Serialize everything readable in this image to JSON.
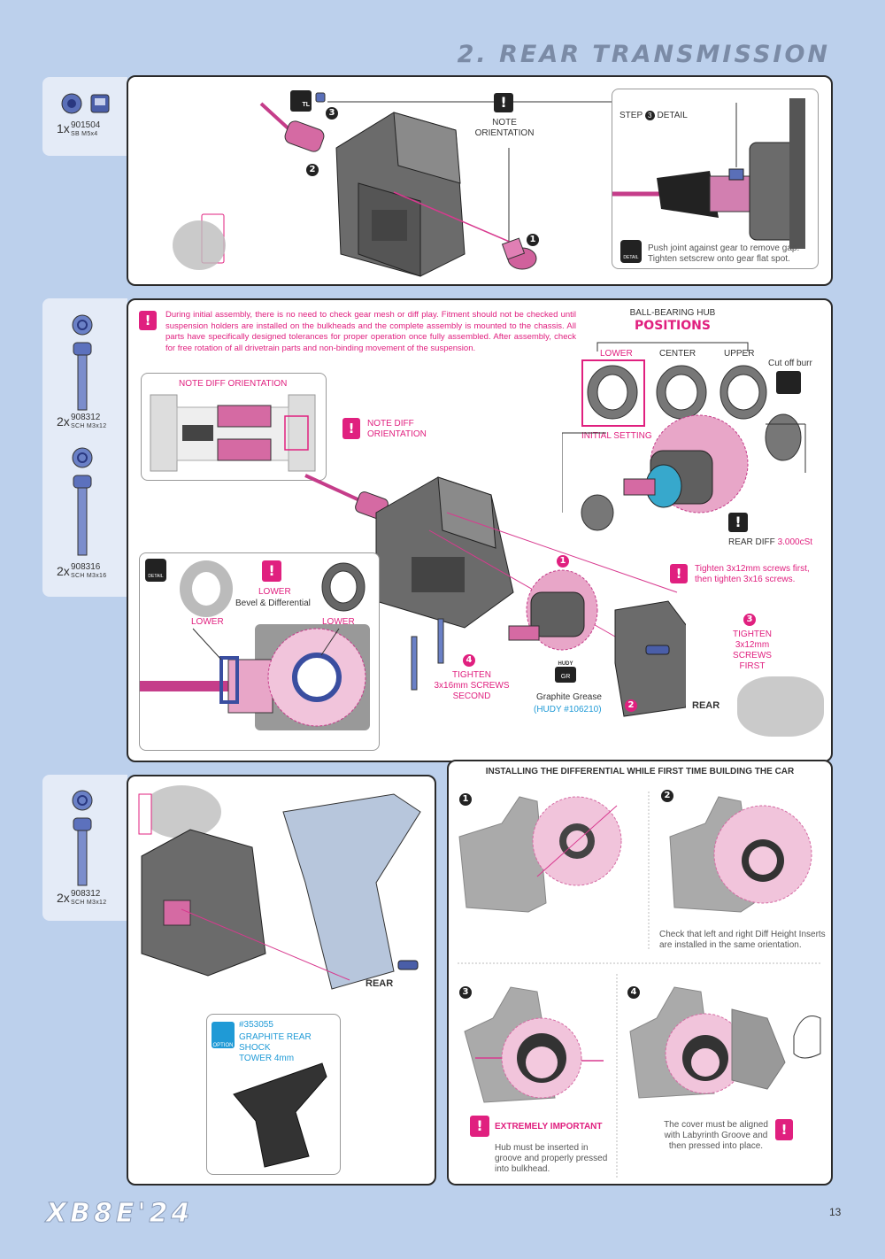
{
  "header": {
    "title": "2. REAR TRANSMISSION"
  },
  "footer": {
    "logo": "XB8E'24",
    "page": "13"
  },
  "parts": {
    "p1": {
      "qty": "1x",
      "code": "901504",
      "desc": "SB M5x4"
    },
    "p2": {
      "qty": "2x",
      "code": "908312",
      "desc": "SCH M3x12"
    },
    "p3": {
      "qty": "2x",
      "code": "908316",
      "desc": "SCH M3x16"
    },
    "p4": {
      "qty": "2x",
      "code": "908312",
      "desc": "SCH M3x12"
    }
  },
  "step1": {
    "tool": "TL",
    "note": "NOTE\nORIENTATION",
    "detail_title": "STEP",
    "detail_title2": "DETAIL",
    "detail_badge": "DETAIL",
    "detail_text": "Push joint against gear to remove gap.\nTighten setscrew onto gear flat spot.",
    "n1": "1",
    "n2": "2",
    "n3": "3"
  },
  "step2": {
    "warning": "During initial assembly, there is no need to check gear mesh or diff play. Fitment should not be checked until suspension holders are installed on the bulkheads and the complete assembly is mounted to the chassis. All parts have specifically designed tolerances for proper operation once fully assembled. After assembly, check for free rotation of all drivetrain parts and non-binding movement of the suspension.",
    "hub_title": "BALL-BEARING HUB",
    "hub_positions": "POSITIONS",
    "lower": "LOWER",
    "center": "CENTER",
    "upper": "UPPER",
    "cutoff": "Cut off burr",
    "initial": "INITIAL SETTING",
    "note_diff_box": "NOTE DIFF ORIENTATION",
    "note_diff": "NOTE DIFF\nORIENTATION",
    "rear_diff": "REAR DIFF",
    "rear_diff_val": "3.000cSt",
    "tighten_note": "Tighten 3x12mm screws first,\nthen tighten 3x16 screws.",
    "detail_badge": "DETAIL",
    "detail_lower": "LOWER",
    "detail_lower_sub": "Bevel & Differential",
    "detail_lower_l": "LOWER",
    "detail_lower_r": "LOWER",
    "tighten3": "TIGHTEN\n3x12mm SCREWS\nFIRST",
    "tighten4": "TIGHTEN\n3x16mm SCREWS\nSECOND",
    "hudy": "HUDY",
    "gr": "GR",
    "grease": "Graphite Grease",
    "grease_code": "(HUDY #106210)",
    "rear": "REAR",
    "n1": "1",
    "n2": "2",
    "n3": "3",
    "n4": "4"
  },
  "step3": {
    "rear": "REAR",
    "option_badge": "OPTION",
    "option_code": "#353055",
    "option_name": "GRAPHITE REAR SHOCK\nTOWER 4mm"
  },
  "install": {
    "title": "INSTALLING THE DIFFERENTIAL WHILE FIRST TIME BUILDING THE CAR",
    "s1": "1",
    "s2": "2",
    "s3": "3",
    "s4": "4",
    "note2": "Check that left and right Diff Height Inserts\nare installed in the same orientation.",
    "important": "EXTREMELY IMPORTANT",
    "note3": "Hub must be inserted in\ngroove and properly pressed\ninto bulkhead.",
    "note4": "The cover must be aligned\nwith Labyrinth Groove and\nthen pressed into place."
  },
  "colors": {
    "accent": "#e0207f",
    "cyan": "#1f9ad6",
    "bg": "#bcd0ec"
  }
}
